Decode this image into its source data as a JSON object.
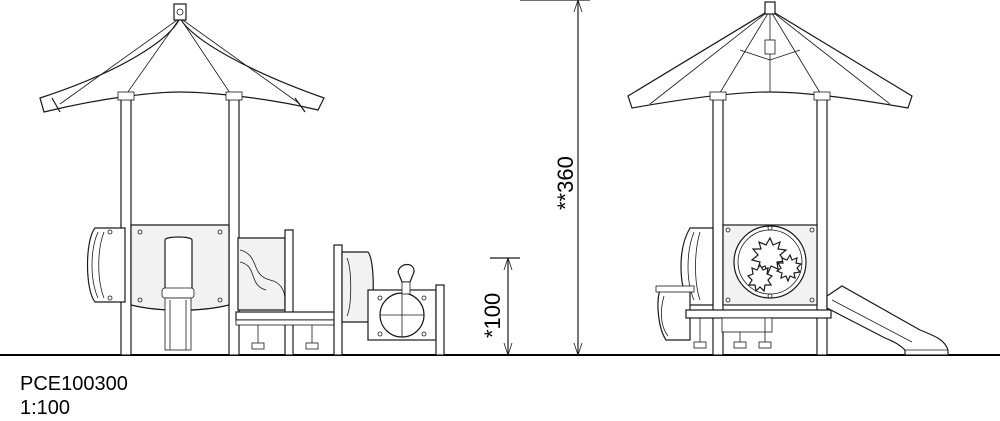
{
  "drawing": {
    "code": "PCE100300",
    "scale": "1:100",
    "dim_total_height": "**360",
    "dim_platform_height": "*100"
  },
  "colors": {
    "line": "#1a1a1a",
    "panel_fill": "#e6e6e6",
    "background": "#ffffff"
  }
}
